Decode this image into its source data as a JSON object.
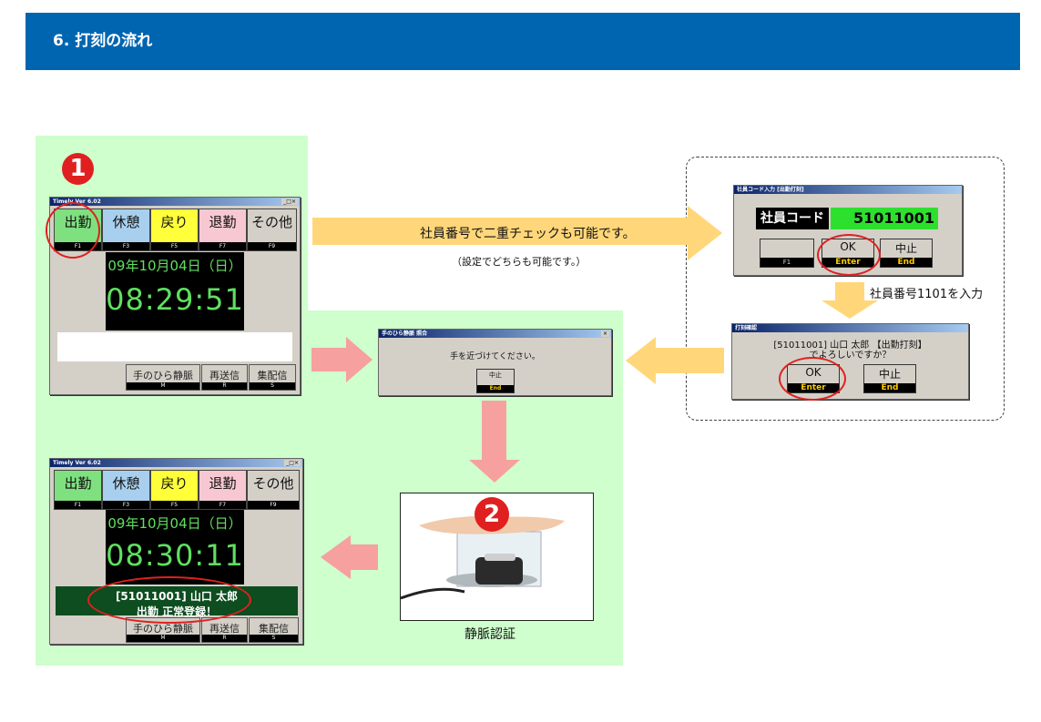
{
  "header": {
    "title": "6. 打刻の流れ"
  },
  "colors": {
    "header_bg": "#0065b0",
    "green_bg": "#ceffcc",
    "arrow_yellow": "#ffd77a",
    "arrow_pink": "#f6a0a0",
    "marker_red": "#e02020"
  },
  "markers": {
    "step1": "1",
    "step2": "2"
  },
  "timely_window_1": {
    "title": "Timely Ver 6.02",
    "window_buttons": "_□×",
    "buttons": [
      {
        "label": "出勤",
        "key": "F1"
      },
      {
        "label": "休憩",
        "key": "F3"
      },
      {
        "label": "戻り",
        "key": "F5"
      },
      {
        "label": "退勤",
        "key": "F7"
      },
      {
        "label": "その他",
        "key": "F9"
      }
    ],
    "date": "09年10月04日（日）",
    "time": "08:29:51",
    "message": "",
    "sub_buttons": [
      {
        "label": "手のひら静脈",
        "key": "M"
      },
      {
        "label": "再送信",
        "key": "R"
      },
      {
        "label": "集配信",
        "key": "S"
      }
    ]
  },
  "timely_window_2": {
    "title": "Timely Ver 6.02",
    "window_buttons": "_□×",
    "buttons": [
      {
        "label": "出勤",
        "key": "F1"
      },
      {
        "label": "休憩",
        "key": "F3"
      },
      {
        "label": "戻り",
        "key": "F5"
      },
      {
        "label": "退勤",
        "key": "F7"
      },
      {
        "label": "その他",
        "key": "F9"
      }
    ],
    "date": "09年10月04日（日）",
    "time": "08:30:11",
    "message_line1": "[51011001] 山口 太郎",
    "message_line2": "出勤 正常登録！",
    "sub_buttons": [
      {
        "label": "手のひら静脈",
        "key": "M"
      },
      {
        "label": "再送信",
        "key": "R"
      },
      {
        "label": "集配信",
        "key": "S"
      }
    ]
  },
  "arrow_caption": {
    "main": "社員番号で二重チェックも可能です。",
    "sub": "（設定でどちらも可能です。）"
  },
  "code_dialog": {
    "title": "社員コード入力 [出勤打刻]",
    "field_label": "社員コード",
    "field_value": "51011001",
    "blank_key": "F1",
    "ok_label": "OK",
    "ok_key": "Enter",
    "cancel_label": "中止",
    "cancel_key": "End"
  },
  "input_caption": "社員番号1101を入力",
  "confirm_dialog": {
    "title": "打刻確認",
    "line1": "[51011001] 山口 太郎 【出勤打刻】",
    "line2": "でよろしいですか？",
    "ok_label": "OK",
    "ok_key": "Enter",
    "cancel_label": "中止",
    "cancel_key": "End"
  },
  "palm_dialog": {
    "title": "手のひら静脈 照合",
    "close": "×",
    "message": "手を近づけてください。",
    "cancel_label": "中止",
    "cancel_key": "End"
  },
  "photo_caption": "静脈認証"
}
